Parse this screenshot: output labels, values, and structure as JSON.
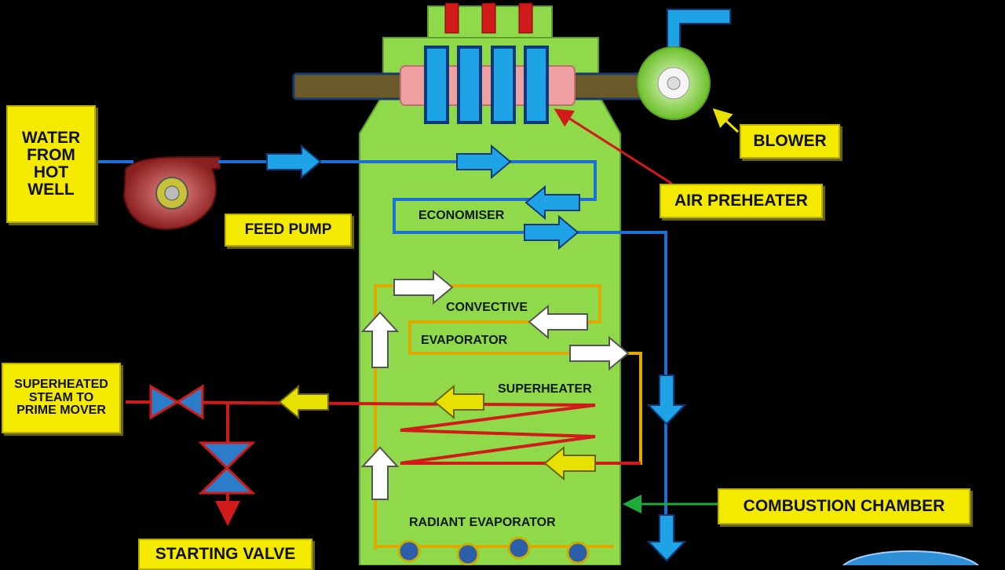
{
  "labels": {
    "water_from_hot_well": "WATER\nFROM\nHOT\nWELL",
    "feed_pump": "FEED PUMP",
    "blower": "BLOWER",
    "air_preheater": "AIR PREHEATER",
    "superheated_steam": "SUPERHEATED\nSTEAM TO\nPRIME MOVER",
    "combustion_chamber": "COMBUSTION  CHAMBER",
    "starting_valve": "STARTING VALVE"
  },
  "sections": {
    "economiser": "ECONOMISER",
    "convective": "CONVECTIVE",
    "evaporator": "EVAPORATOR",
    "superheater": "SUPERHEATER",
    "radiant_evaporator": "RADIANT EVAPORATOR"
  },
  "colors": {
    "background": "#000000",
    "boiler_body": "#8fd94a",
    "label_fill": "#f3ea00",
    "water_line": "#1b6fd6",
    "steam_line": "#d11a1a",
    "evaporator_line": "#e0a800",
    "pump": "#b83a3a",
    "blower": "#9fe060",
    "preheater": "#f0a0a0"
  }
}
